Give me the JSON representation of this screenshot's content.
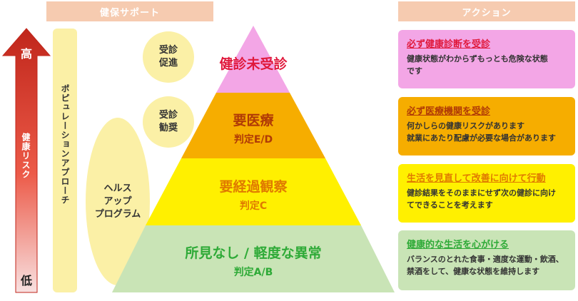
{
  "headers": {
    "support": "健保サポート",
    "action": "アクション"
  },
  "risk_arrow": {
    "high": "高",
    "label": "健康リスク",
    "low": "低"
  },
  "population_approach": "ポピュレーションアプローチ",
  "circles": {
    "jushin_sokushin": [
      "受診",
      "促進"
    ],
    "jushin_kansho": [
      "受診",
      "勧奨"
    ],
    "health_up": [
      "ヘルス",
      "アップ",
      "プログラム"
    ]
  },
  "pyramid": [
    {
      "title": "健診未受診",
      "sub": "",
      "fill": "#f3a6e6",
      "text_color": "#e0193c"
    },
    {
      "title": "要医療",
      "sub": "判定E/D",
      "fill": "#f6ad00",
      "text_color": "#b03a06"
    },
    {
      "title": "要経過観察",
      "sub": "判定C",
      "fill": "#fff000",
      "text_color": "#e07a00"
    },
    {
      "title": "所見なし / 軽度な異常",
      "sub": "判定A/B",
      "fill": "#c9e4b6",
      "text_color": "#2eaa37"
    }
  ],
  "actions": [
    {
      "title": "必ず健康診断を受診",
      "body": "健康状態がわからずもっとも危険な状態\nです",
      "fill": "#f3a6e6",
      "title_color": "#e0193c"
    },
    {
      "title": "必ず医療機関を受診",
      "body": "何かしらの健康リスクがあります\n就業にあたり配慮が必要な場合があります",
      "fill": "#f6ad00",
      "title_color": "#b03a06"
    },
    {
      "title": "生活を見直して改善に向けて行動",
      "body": "健診結果をそのままにせず次の健診に向け\nてできることを考えます",
      "fill": "#fff000",
      "title_color": "#e07a00"
    },
    {
      "title": "健康的な生活を心がける",
      "body": "バランスのとれた食事・適度な運動・飲酒、\n禁酒をして、健康な状態を維持します",
      "fill": "#c9e4b6",
      "title_color": "#2eaa37"
    }
  ],
  "colors": {
    "header": "#f6cbb0",
    "circle": "#fbf0a6",
    "pillar": "#fbf0a6",
    "arrow_top": "#c0261b",
    "arrow_bottom": "#f8dede"
  }
}
